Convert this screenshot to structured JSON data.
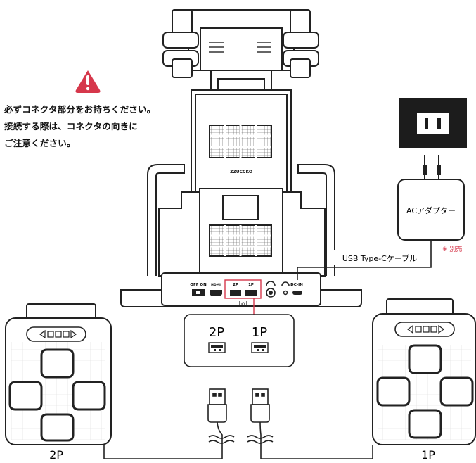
{
  "caution": {
    "line1": "必ずコネクタ部分をお持ちください。",
    "line2": "接続する際は、コネクタの向きに",
    "line3": "ご注意ください。",
    "accent": "#d6374b"
  },
  "dock": {
    "brand": "ZZUCCKO",
    "port_labels": [
      "OFF ON",
      "HDMI",
      "2P",
      "1P",
      "",
      "",
      "DC-IN"
    ]
  },
  "adapter": {
    "label": "ACアダプター",
    "sold_separately": "※ 別売",
    "cable_label": "USB Type-Cケーブル"
  },
  "callout": {
    "port_2p": "2P",
    "port_1p": "1P"
  },
  "players": {
    "left": "2P",
    "right": "1P"
  },
  "colors": {
    "line": "#222222",
    "pad_fill": "#ffffff",
    "accent": "#d6374b",
    "outlet": "#1c1c1c"
  }
}
